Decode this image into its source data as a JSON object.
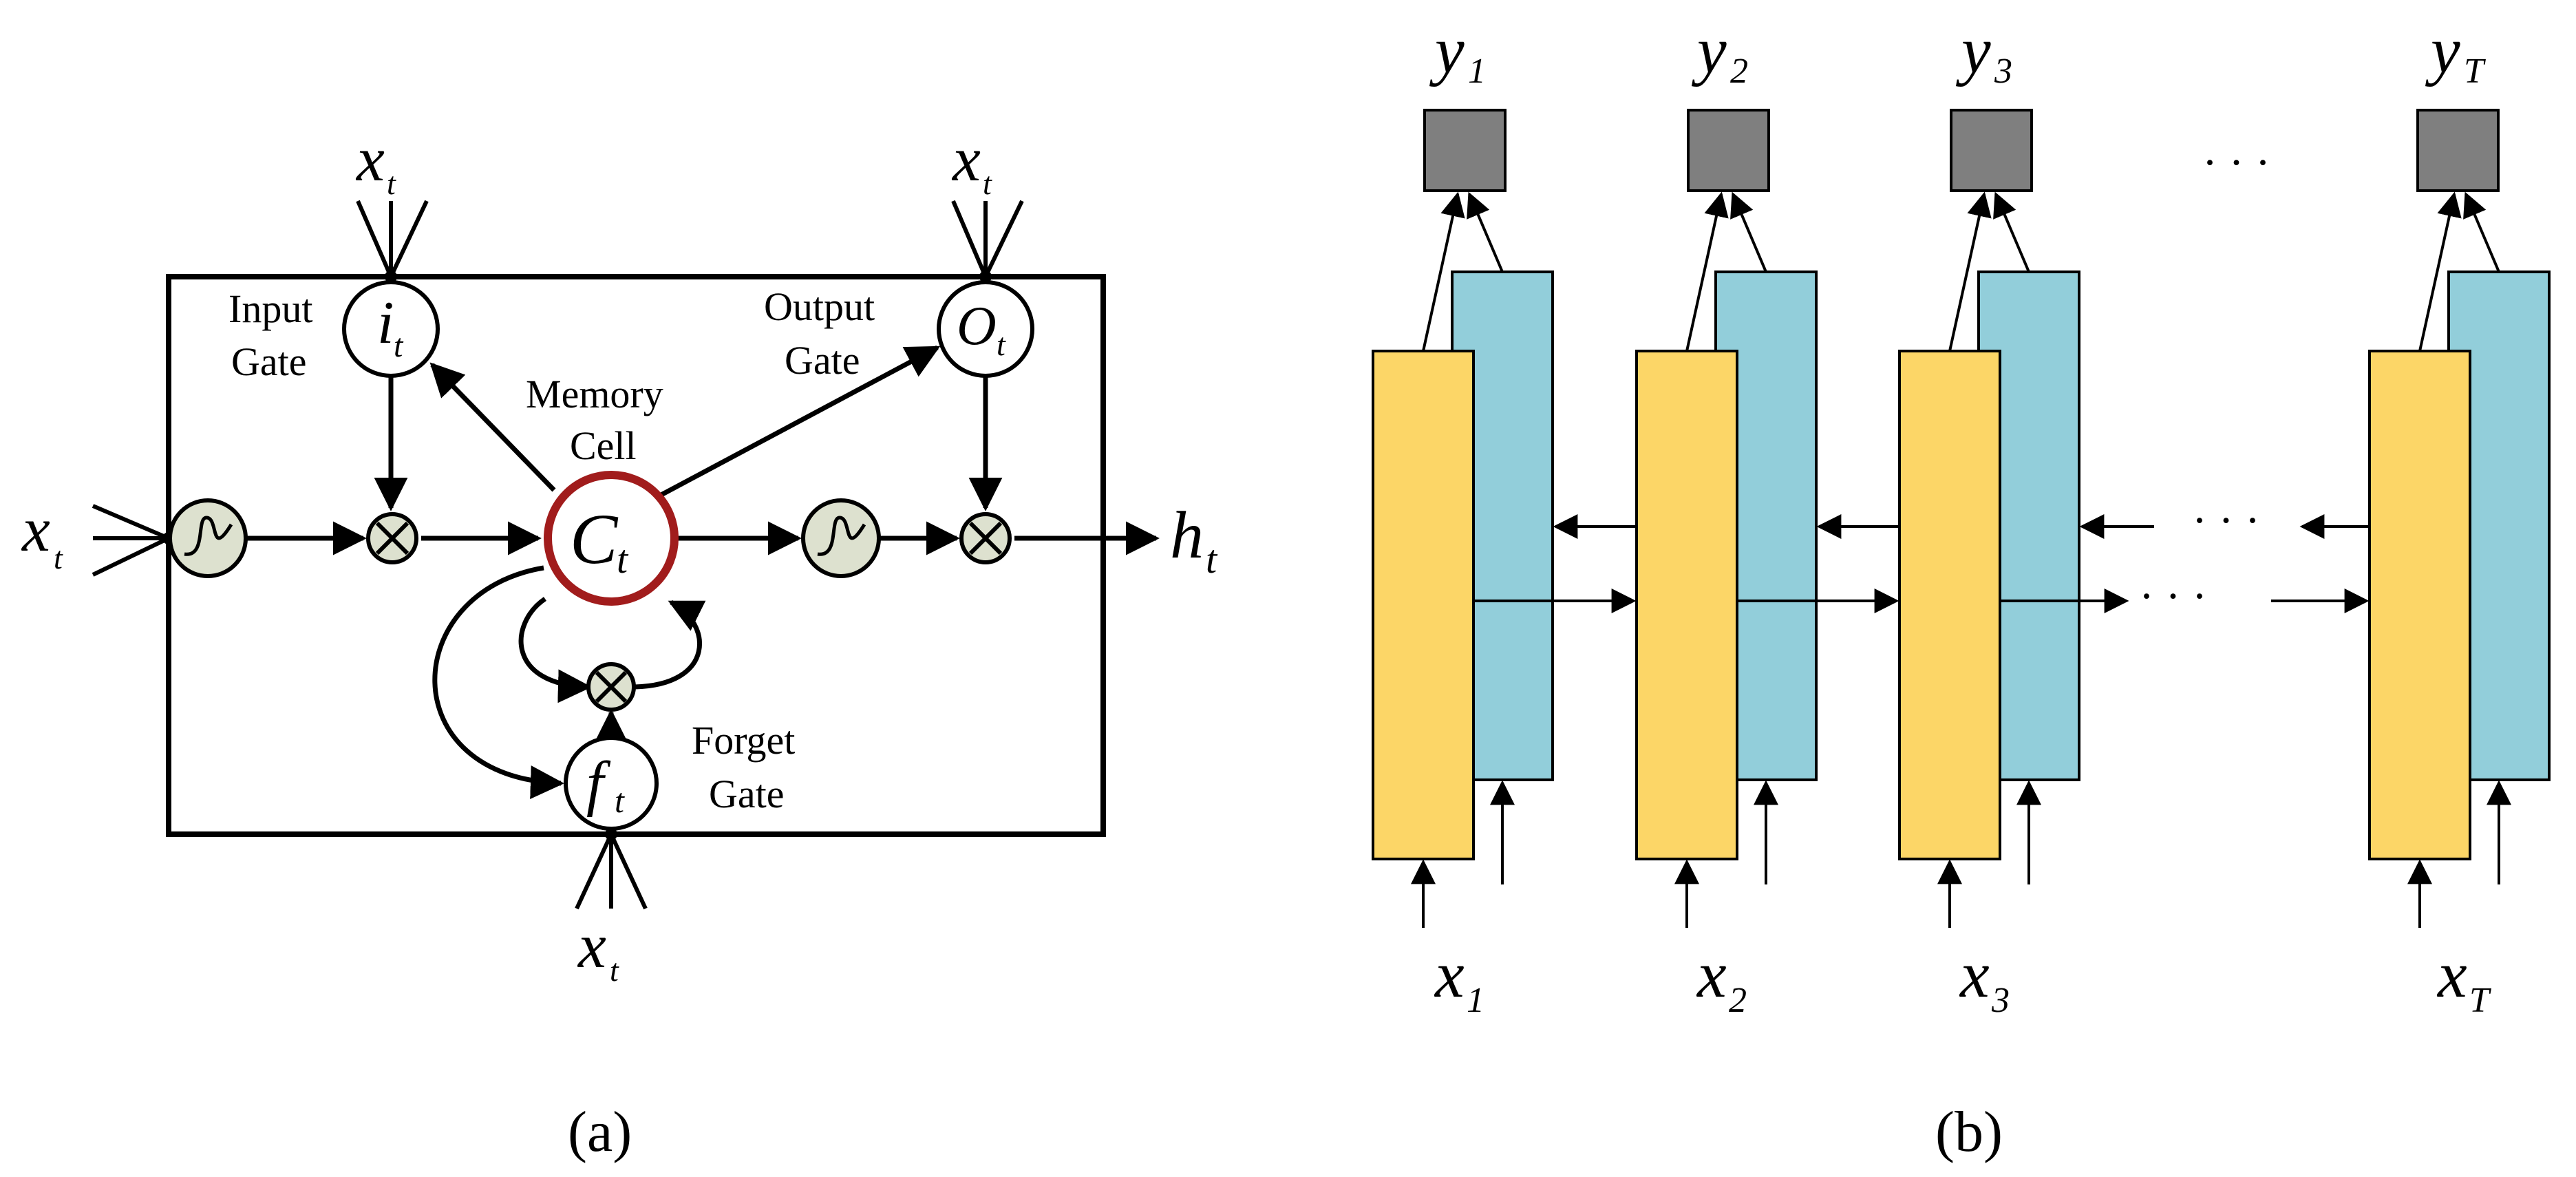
{
  "panel_a": {
    "caption": "(a)",
    "inputs": {
      "x_top_left": {
        "main": "x",
        "sub": "t"
      },
      "x_top_right": {
        "main": "x",
        "sub": "t"
      },
      "x_left": {
        "main": "x",
        "sub": "t"
      },
      "x_bottom": {
        "main": "x",
        "sub": "t"
      }
    },
    "output": {
      "main": "h",
      "sub": "t"
    },
    "input_gate": {
      "symbol": "i",
      "sub": "t",
      "label_line1": "Input",
      "label_line2": "Gate"
    },
    "output_gate": {
      "symbol": "O",
      "sub": "t",
      "label_line1": "Output",
      "label_line2": "Gate"
    },
    "forget_gate": {
      "symbol": "f",
      "sub": "t",
      "label_line1": "Forget",
      "label_line2": "Gate"
    },
    "memory_cell": {
      "symbol": "C",
      "sub": "t",
      "label_line1": "Memory",
      "label_line2": "Cell"
    },
    "colors": {
      "activation_fill": "#dde1cf",
      "cell_border": "#a11c1c",
      "line": "#000000"
    }
  },
  "panel_b": {
    "caption": "(b)",
    "ellipsis": "· · ·",
    "outputs": [
      {
        "main": "y",
        "sub": "1"
      },
      {
        "main": "y",
        "sub": "2"
      },
      {
        "main": "y",
        "sub": "3"
      },
      {
        "main": "y",
        "sub": "T"
      }
    ],
    "inputs": [
      {
        "main": "x",
        "sub": "1"
      },
      {
        "main": "x",
        "sub": "2"
      },
      {
        "main": "x",
        "sub": "3"
      },
      {
        "main": "x",
        "sub": "T"
      }
    ],
    "colors": {
      "forward_layer": "#fcd667",
      "backward_layer": "#92ceda",
      "output_node": "#7f7f7f"
    }
  }
}
